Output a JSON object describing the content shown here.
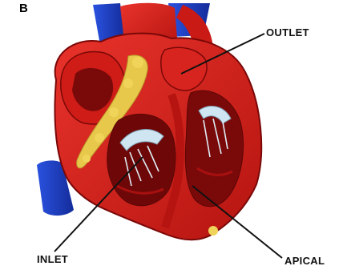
{
  "figure": {
    "panel_letter": "B",
    "labels": {
      "outlet": "OUTLET",
      "inlet": "INLET",
      "apical": "APICAL"
    }
  },
  "colors": {
    "myocardium": "#d61f1a",
    "myocardium_dark": "#9a0e0e",
    "cavity": "#7a0a0a",
    "vein": "#1f3fc4",
    "fat": "#e8c84a",
    "valve": "#cfe6f2",
    "leader_line": "#111111"
  }
}
